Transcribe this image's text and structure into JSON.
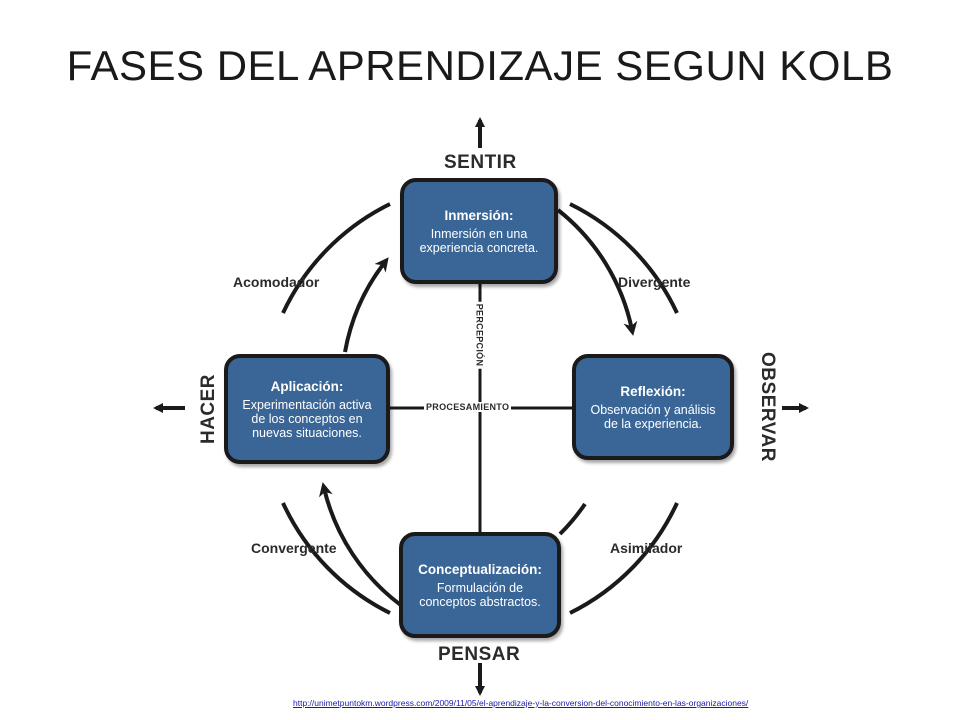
{
  "slide": {
    "title": "FASES DEL APRENDIZAJE SEGUN KOLB",
    "source_url": "http://unimetpuntokm.wordpress.com/2009/11/05/el-aprendizaje-y-la-conversion-del-conocimiento-en-las-organizaciones/"
  },
  "diagram": {
    "axes": {
      "top": "SENTIR",
      "bottom": "PENSAR",
      "left": "HACER",
      "right": "OBSERVAR",
      "vertical_axis": "PERCEPCIÓN",
      "horizontal_axis": "PROCESAMIENTO"
    },
    "phases": {
      "top": {
        "title": "Inmersión:",
        "description": "Inmersión en una experiencia concreta."
      },
      "right": {
        "title": "Reflexión:",
        "description": "Observación y análisis de la experiencia."
      },
      "bottom": {
        "title": "Conceptualización:",
        "description": "Formulación de conceptos abstractos."
      },
      "left": {
        "title": "Aplicación:",
        "description": "Experimentación activa de los conceptos en nuevas situaciones."
      }
    },
    "styles": {
      "top_left": "Acomodador",
      "top_right": "Divergente",
      "bottom_right": "Asimilador",
      "bottom_left": "Convergente"
    },
    "colors": {
      "box_fill": "#3a6697",
      "box_border": "#1a1a1a",
      "text_dark": "#2b2b2b"
    }
  }
}
